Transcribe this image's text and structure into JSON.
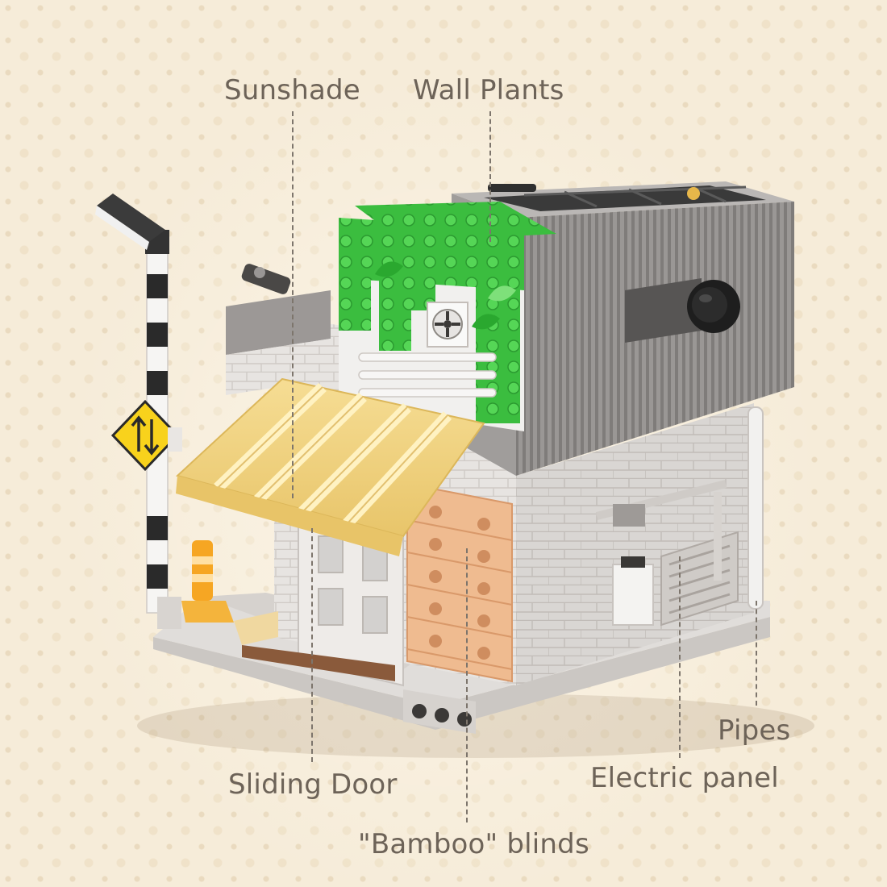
{
  "labels": {
    "sunshade": "Sunshade",
    "wall_plants": "Wall Plants",
    "sliding_door": "Sliding Door",
    "bamboo_blinds": "\"Bamboo\" blinds",
    "pipes": "Pipes",
    "electric_panel": "Electric panel"
  },
  "icons": {
    "traffic_sign": "two-way-traffic-sign-icon",
    "street_lamp": "street-lamp-icon",
    "wall_fan": "wall-vent-fan-icon"
  },
  "colors": {
    "background": "#f6ecd9",
    "label_text": "#6d6358",
    "plants": "#3cc23c",
    "sunshade": "#f2d98a",
    "blinds": "#efbb90",
    "cladding": "#8f8c8a",
    "walls": "#e9e6e3",
    "sign": "#f8d21c"
  }
}
